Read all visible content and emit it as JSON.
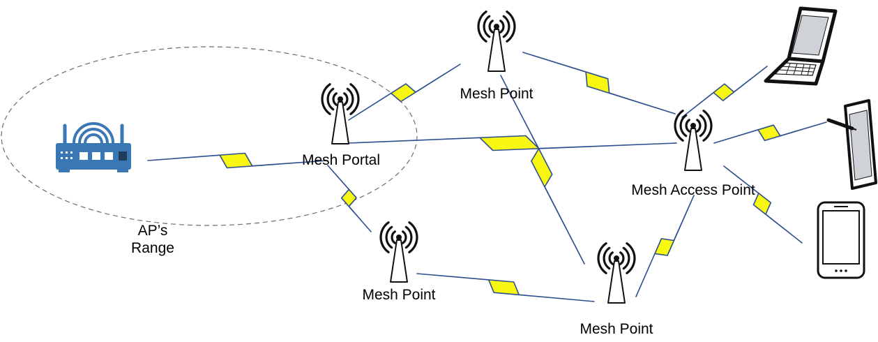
{
  "labels": {
    "mesh_portal": "Mesh Portal",
    "mesh_point_top": "Mesh Point",
    "mesh_access_point": "Mesh Access Point",
    "mesh_point_left": "Mesh Point",
    "mesh_point_bottom": "Mesh Point",
    "ap_range_line1": "AP’s",
    "ap_range_line2": "Range"
  },
  "icons": {
    "router": "router-icon",
    "antenna": "antenna-tower-icon",
    "laptop": "laptop-icon",
    "tablet": "tablet-icon",
    "phone": "smartphone-icon",
    "link": "wireless-link-bolt"
  },
  "colors": {
    "bolt_fill": "#f7f711",
    "bolt_stroke": "#2e4f8f",
    "router_blue": "#3a77b5",
    "range_dash": "#6b6b6b",
    "tower": "#111111"
  }
}
